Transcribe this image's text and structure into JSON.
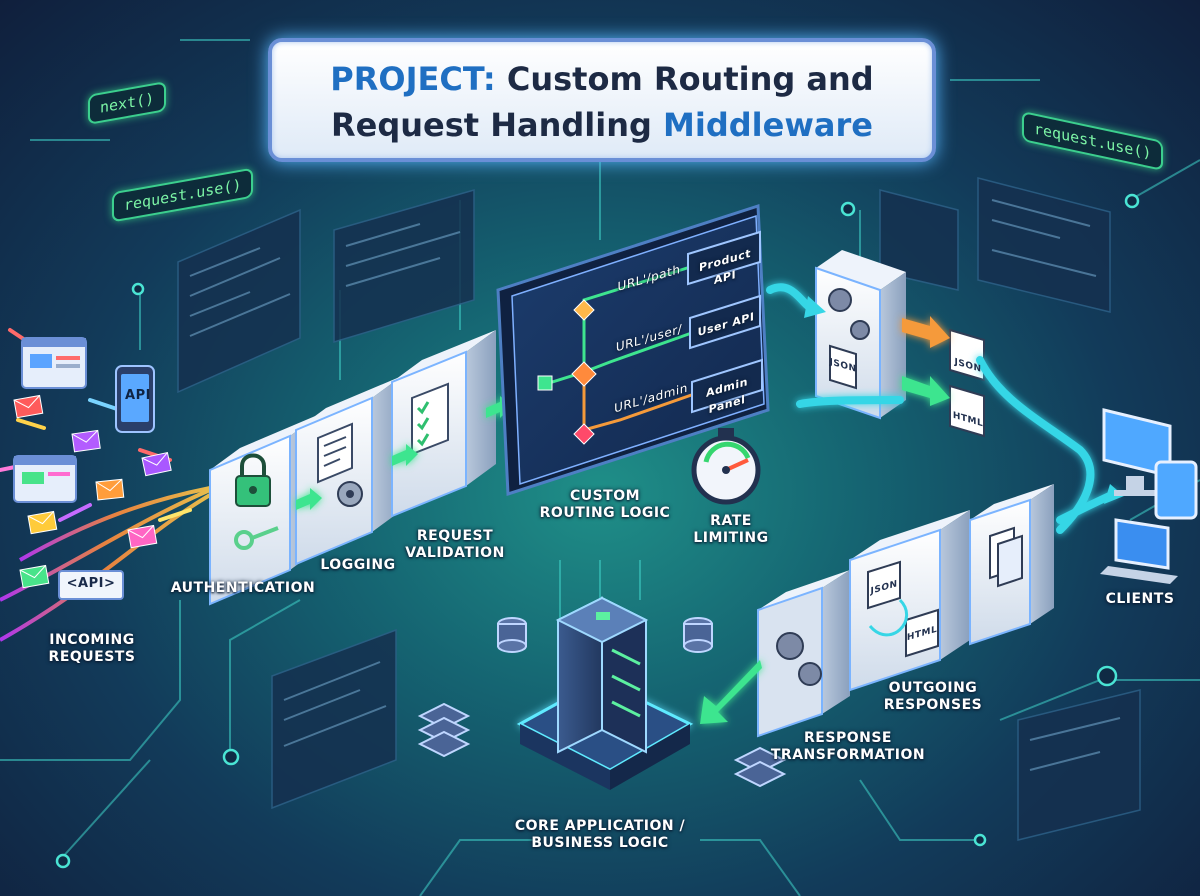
{
  "title": {
    "line1_a": "PROJECT:",
    "line1_b": " Custom Routing and",
    "line2_a": "Request Handling ",
    "line2_b": "Middleware"
  },
  "code_tags": {
    "next": "next()",
    "request_use_left": "request.use()",
    "request_use_right": "request.use()"
  },
  "incoming": {
    "label_line1": "INCOMING",
    "label_line2": "REQUESTS",
    "api_phone": "API",
    "api_tag": "<API>"
  },
  "stages": {
    "authentication": "AUTHENTICATION",
    "logging": "LOGGING",
    "request_validation_line1": "REQUEST",
    "request_validation_line2": "VALIDATION",
    "routing_line1": "CUSTOM",
    "routing_line2": "ROUTING LOGIC",
    "rate_limiting_line1": "RATE",
    "rate_limiting_line2": "LIMITING",
    "response_transform_line1": "RESPONSE",
    "response_transform_line2": "TRANSFORMATION",
    "outgoing_line1": "OUTGOING",
    "outgoing_line2": "RESPONSES",
    "core_line1": "CORE APPLICATION /",
    "core_line2": "BUSINESS LOGIC",
    "clients": "CLIENTS"
  },
  "routes": [
    {
      "url": "URL'/path",
      "target": "Product API"
    },
    {
      "url": "URL'/user/",
      "target": "User API"
    },
    {
      "url": "URL'/admin",
      "target": "Admin Panel"
    }
  ],
  "formats": {
    "json": "JSON",
    "html": "HTML",
    "json_out": "JSON",
    "html_out": "HTML",
    "json_small": "JSON",
    "html_small": "HTML"
  },
  "colors": {
    "accent_green": "#3ee58f",
    "accent_cyan": "#36d6e6",
    "title_blue": "#1f6fc2",
    "arrow_orange": "#f59a3a"
  }
}
